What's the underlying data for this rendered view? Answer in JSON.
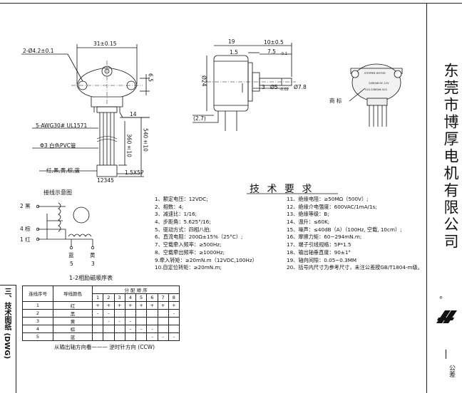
{
  "section_label": "三、技术图纸 (DWG)",
  "company": "东莞市博厚电机有限公司",
  "bottom_right_label": "公差",
  "top_view": {
    "width_dim": "31±0.15",
    "hole_note": "2-Ø4.2±0.1",
    "dim_6_5": "6.5",
    "dim_14": "14",
    "wire_label": "5-AWG30# UL1571",
    "tube_label": "Φ3 白色PVC管",
    "dim_360": "360±10",
    "dim_540": "540±10",
    "connector_dim": "1.5X5P",
    "pin_numbers": "12345",
    "wire_colors": "红,黑,黄,棕,蓝"
  },
  "side_view": {
    "dim_19": "19",
    "dim_10": "10±0.5",
    "dim_1_5": "1.5",
    "dim_7_5": "7.5",
    "dim_7_5_tol": "-0.1",
    "dim_24": "Ø24",
    "dim_3": "3",
    "dim_5": "Ø5",
    "dim_5_tol": "-0.02",
    "dim_7_8": "Ø7.8",
    "dim_2_7": "(2.7)"
  },
  "photo_view": {
    "trademark_label": "商 标"
  },
  "wiring_diagram": {
    "title": "接线示意图",
    "labels": [
      "2 黑",
      "4 棕",
      "1 红",
      "蓝",
      "5",
      "黄",
      "3"
    ]
  },
  "sequence_table": {
    "caption": "1-2相励磁顺序表",
    "header_col1": "连线序号",
    "header_col2": "导线颜色",
    "header_group": "分 配 顺 序",
    "steps": [
      "1",
      "2",
      "3",
      "4",
      "5",
      "6",
      "7",
      "8"
    ],
    "rows": [
      {
        "no": "1",
        "color": "红",
        "marks": [
          "+",
          "+",
          "+",
          "+",
          "+",
          "+",
          "+",
          "+"
        ]
      },
      {
        "no": "2",
        "color": "黑",
        "marks": [
          "-",
          "-",
          "",
          "",
          "",
          "",
          "",
          "-"
        ]
      },
      {
        "no": "3",
        "color": "黄",
        "marks": [
          "",
          "-",
          "-",
          "-",
          "",
          "",
          "",
          ""
        ]
      },
      {
        "no": "4",
        "color": "棕",
        "marks": [
          "",
          "",
          "",
          "-",
          "-",
          "-",
          "",
          ""
        ]
      },
      {
        "no": "5",
        "color": "蓝",
        "marks": [
          "",
          "",
          "",
          "",
          "",
          "-",
          "-",
          "-"
        ]
      }
    ],
    "direction_note": "从输出轴方向看———    逆时针方向 (CCW)"
  },
  "requirements": {
    "title": "技 术 要 求",
    "left": [
      "1、额定电压：12VDC;",
      "2、相数：4;",
      "3、减速比：1/16;",
      "4、步距角：5.625°/16;",
      "5、驱动方式：四相八拍;",
      "6、直流电阻：200Ω±15%（25°C）;",
      "7、空载牵入频率：≥500Hz;",
      "8、空载牵出频率：≥1000Hz;",
      "9.牵入转矩：≥20mN.m（12VDC,100Hz）",
      "10.自定位转矩：≥20mN.m;"
    ],
    "right": [
      "11、绝缘电阻：≥50MΩ（500V）;",
      "12、绝缘介电强度：600VAC/1mA/1s;",
      "13、绝缘等级：B;",
      "14、温升：≤60K;",
      "15、噪声：≤40dB（A）（100Hz, 空载, 10cm）;",
      "16、摩擦力矩：60~294mN.m;",
      "17、端子引线规格：5P*1.5",
      "18、输出轴垂直度：90±1°",
      "19、轴向间隙：0.05~0.3MM",
      "20、括号内尺寸为参考尺寸，未注公差按GB/T1804-m级。"
    ]
  }
}
